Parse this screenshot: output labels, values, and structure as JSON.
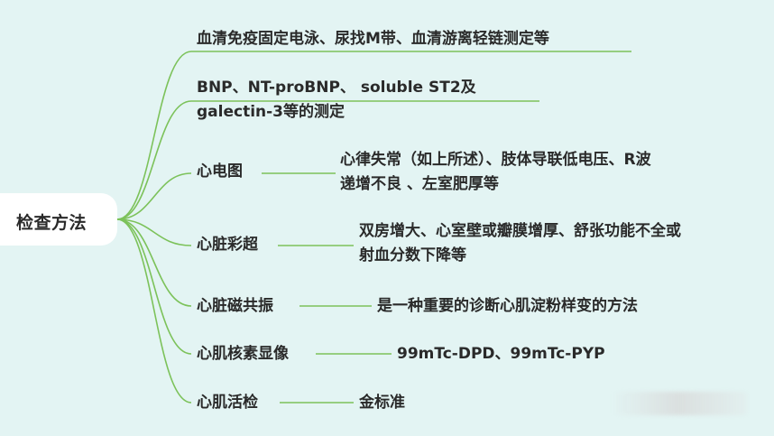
{
  "root": {
    "label": "检查方法"
  },
  "branches": [
    {
      "label": "血清免疫固定电泳、尿找M带、血清游离轻链测定等",
      "detail": []
    },
    {
      "label": [
        "BNP、NT-proBNP、 soluble ST2及",
        "galectin-3等的测定"
      ],
      "detail": []
    },
    {
      "label": "心电图",
      "detail": [
        "心律失常（如上所述）、肢体导联低电压、R波",
        "递增不良 、左室肥厚等"
      ]
    },
    {
      "label": "心脏彩超",
      "detail": [
        "双房增大、心室壁或瓣膜增厚、舒张功能不全或",
        "射血分数下降等"
      ]
    },
    {
      "label": "心脏磁共振",
      "detail": [
        "是一种重要的诊断心肌淀粉样变的方法"
      ]
    },
    {
      "label": "心肌核素显像",
      "detail": [
        "99mTc-DPD、99mTc-PYP"
      ]
    },
    {
      "label": "心肌活检",
      "detail": [
        "金标准"
      ]
    }
  ],
  "colors": {
    "background": "#e3f4f3",
    "line": "#7cc25a",
    "root_box": "#ffffff",
    "text": "#2a2a2a"
  }
}
